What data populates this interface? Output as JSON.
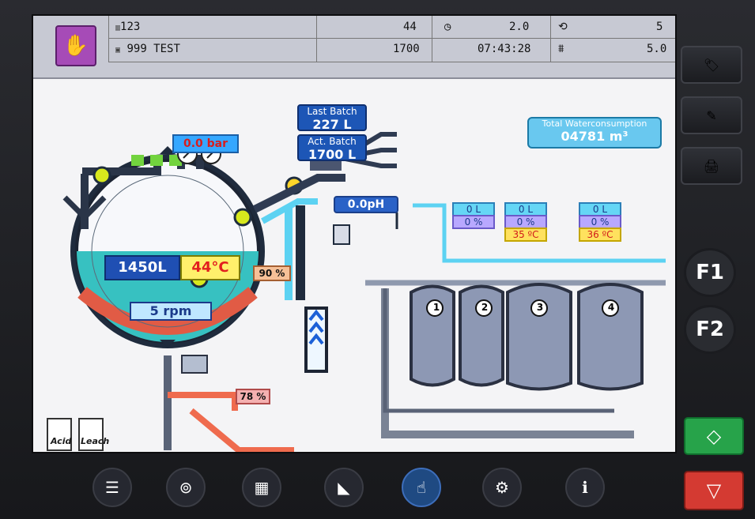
{
  "header": {
    "id_value": "123",
    "program_label": "999 TEST",
    "stat_1": "44",
    "stat_2": "1700",
    "stat_3": "2.0",
    "time": "07:43:28",
    "stat_4": "5",
    "stat_5": "5.0"
  },
  "process": {
    "pressure": "0.0 bar",
    "last_batch_title": "Last Batch",
    "last_batch_value": "227 L",
    "act_batch_title": "Act. Batch",
    "act_batch_value": "1700 L",
    "water_title": "Total Waterconsumption",
    "water_value": "04781 m³",
    "ph_value": "0.0pH",
    "main_level": "1450L",
    "main_temp": "44°C",
    "rpm": "5 rpm",
    "valve_pct": "90 %",
    "pump_pct": "78 %",
    "tank_labels": [
      "1",
      "2",
      "3",
      "4"
    ],
    "tank3": {
      "liters": "0 L",
      "percent": "0 %",
      "temp": "35 ºC"
    },
    "tank4": {
      "liters": "0 L",
      "percent": "0 %",
      "temp": "36 ºC"
    },
    "tank12": {
      "liters": "0 L",
      "percent": "0 %"
    },
    "acid_label": "Acid",
    "leach_label": "Leach"
  },
  "sidebar": {
    "f1": "F1",
    "f2": "F2"
  },
  "colors": {
    "accent": "#1d56b6",
    "cyan": "#65d6f5",
    "purple": "#b8a8ff",
    "yellow": "#ffe15e",
    "green": "#27a34a",
    "red": "#d43a32"
  },
  "icons": {
    "bottom": [
      "list-icon",
      "pump-icon",
      "program-icon",
      "curve-icon",
      "touch-icon",
      "gear-icon",
      "info-icon"
    ],
    "sidebar": [
      "tag-icon",
      "edit-icon",
      "print-icon"
    ]
  }
}
